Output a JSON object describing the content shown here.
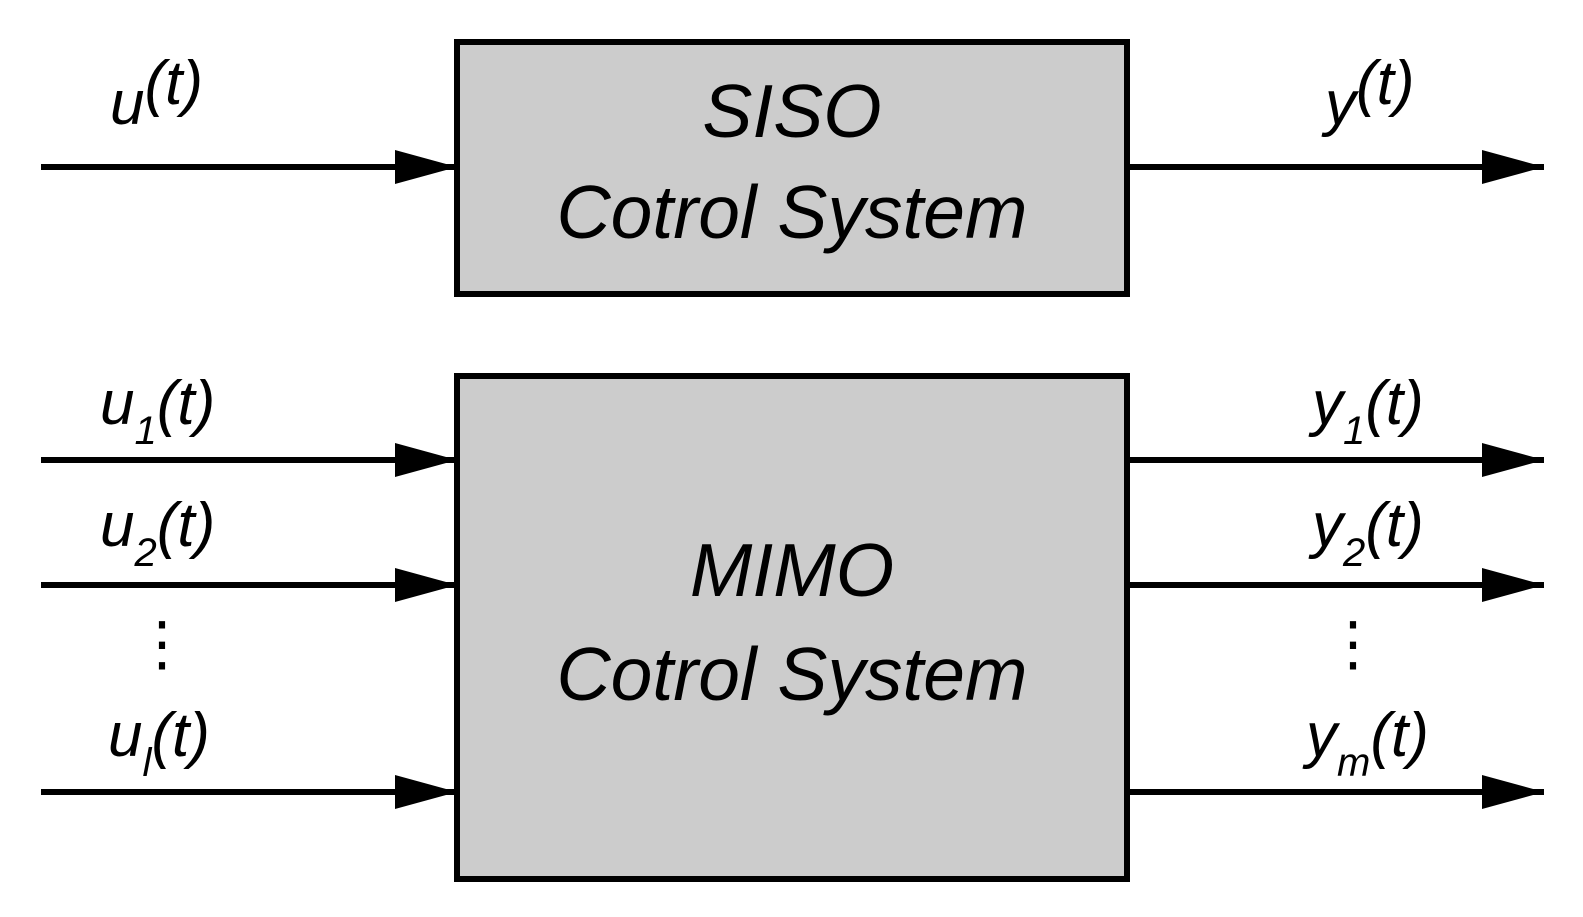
{
  "colors": {
    "box_fill": "#cccccc",
    "stroke": "#000000",
    "background": "#ffffff"
  },
  "siso": {
    "title_line1": "SISO",
    "title_line2": "Cotrol System",
    "input": {
      "base": "u",
      "sub": "",
      "tail": "(t)"
    },
    "output": {
      "base": "y",
      "sub": "",
      "tail": "(t)"
    }
  },
  "mimo": {
    "title_line1": "MIMO",
    "title_line2": "Cotrol System",
    "inputs": [
      {
        "base": "u",
        "sub": "1",
        "tail": "(t)"
      },
      {
        "base": "u",
        "sub": "2",
        "tail": "(t)"
      },
      {
        "base": "u",
        "sub": "l",
        "tail": "(t)"
      }
    ],
    "outputs": [
      {
        "base": "y",
        "sub": "1",
        "tail": "(t)"
      },
      {
        "base": "y",
        "sub": "2",
        "tail": "(t)"
      },
      {
        "base": "y",
        "sub": "m",
        "tail": "(t)"
      }
    ],
    "ellipsis": "⋮"
  }
}
